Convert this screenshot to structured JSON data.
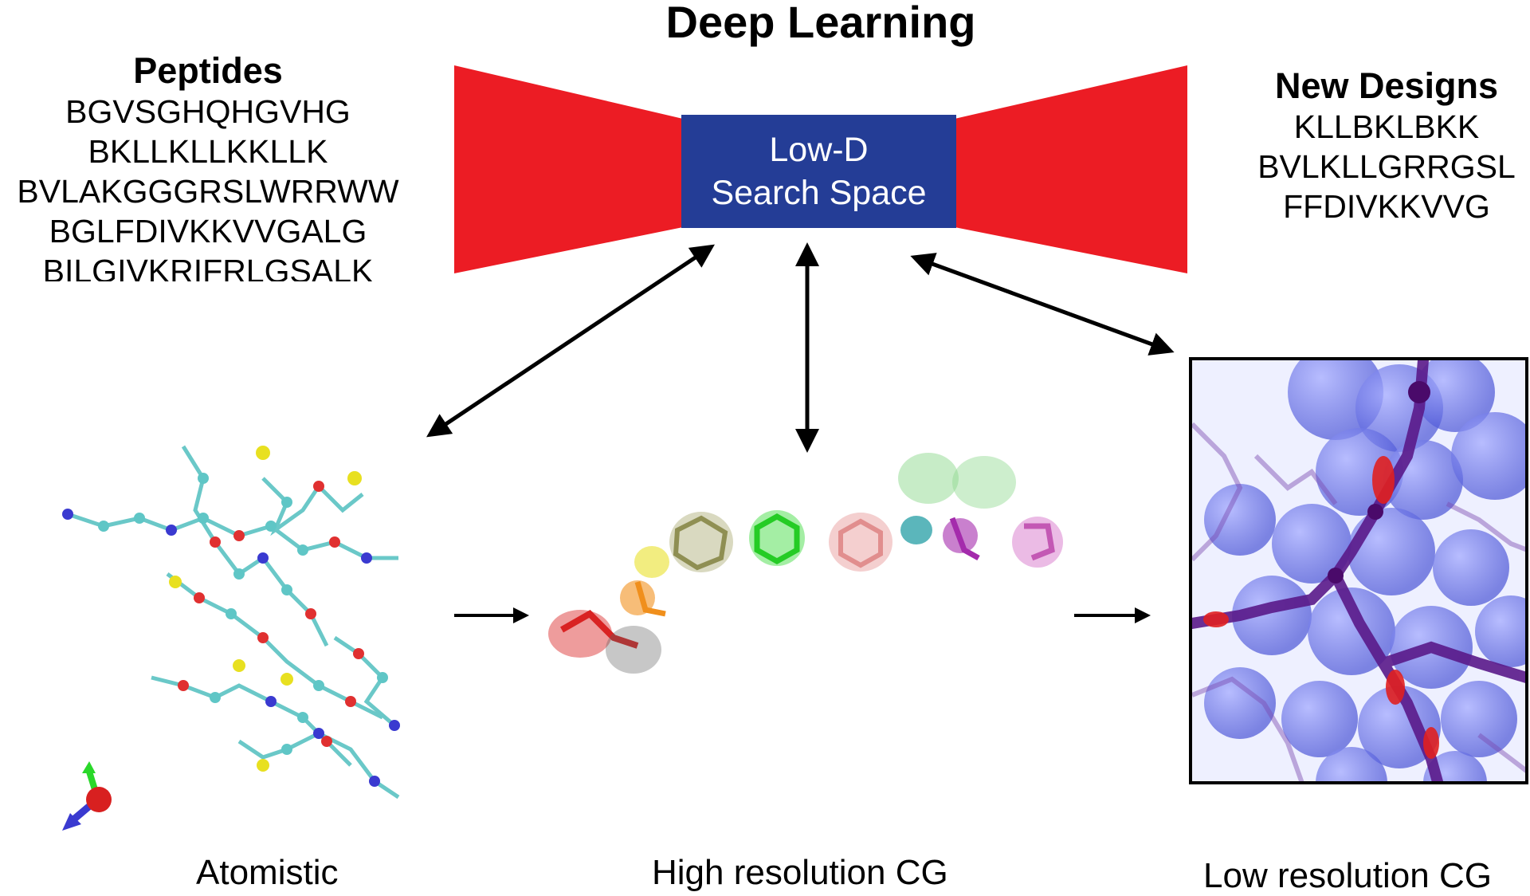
{
  "title": "Deep Learning",
  "peptides": {
    "heading": "Peptides",
    "sequences": [
      "BGVSGHQHGVHG",
      "BKLLKLLKKLLK",
      "BVLAKGGGRSLWRRWW",
      "BGLFDIVKKVVGALG",
      "BILGIVKRIFRLGSALK"
    ]
  },
  "new_designs": {
    "heading": "New Designs",
    "sequences": [
      "KLLBKLBKK",
      "BVLKLLGRRGSL",
      "FFDIVKKVVG"
    ]
  },
  "search_space": {
    "line1": "Low-D",
    "line2": "Search Space"
  },
  "captions": {
    "atomistic": "Atomistic",
    "high_res": "High resolution CG",
    "low_res": "Low resolution CG"
  },
  "colors": {
    "funnel": "#ec1c24",
    "box": "#243d96",
    "atom_carbon": "#5fc6c6",
    "atom_oxygen": "#e03030",
    "atom_nitrogen": "#3a3ad0",
    "atom_sulfur": "#e8e020",
    "cg_beads": [
      "#d81818",
      "#3a3a3a",
      "#f08a10",
      "#e8e020",
      "#9a9a5a",
      "#2ad82a",
      "#e89a9a",
      "#1a9aa0",
      "#a020a8",
      "#8ad88a",
      "#d060c0"
    ],
    "low_res_chain": "#5a1a8a",
    "low_res_spheres": "#5a64e6",
    "low_res_highlight": "#e02020"
  }
}
